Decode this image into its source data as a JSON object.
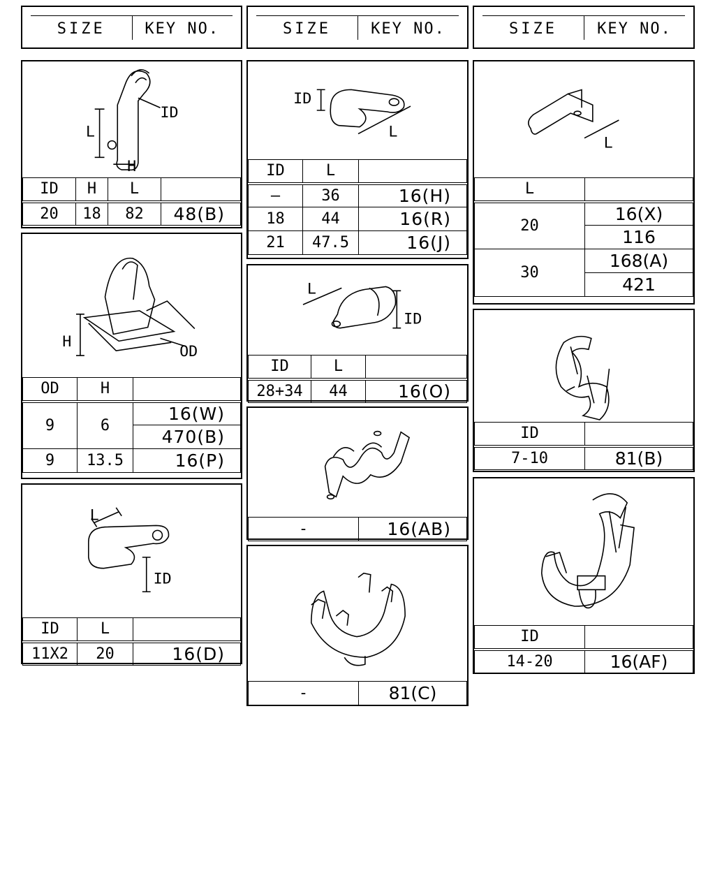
{
  "header": {
    "size_label": "SIZE",
    "key_label": "KEY NO."
  },
  "col1": {
    "clip1": {
      "dims": {
        "l": "L",
        "id": "ID",
        "h": "H"
      },
      "cols": [
        "ID",
        "H",
        "L",
        ""
      ],
      "row": [
        "20",
        "18",
        "82",
        "48(B)"
      ]
    },
    "clip2": {
      "dims": {
        "h": "H",
        "od": "OD"
      },
      "cols": [
        "OD",
        "H",
        ""
      ],
      "rows": [
        {
          "od": "9",
          "h": "6",
          "keys": [
            "16(W)",
            "470(B)"
          ]
        },
        {
          "od": "9",
          "h": "13.5",
          "keys": [
            "16(P)"
          ]
        }
      ]
    },
    "clip3": {
      "dims": {
        "l": "L",
        "id": "ID"
      },
      "cols": [
        "ID",
        "L",
        ""
      ],
      "row": [
        "11X2",
        "20",
        "16(D)"
      ]
    }
  },
  "col2": {
    "clip1": {
      "dims": {
        "id": "ID",
        "l": "L"
      },
      "cols": [
        "ID",
        "L",
        ""
      ],
      "rows": [
        [
          "—",
          "36",
          "16(H)"
        ],
        [
          "18",
          "44",
          "16(R)"
        ],
        [
          "21",
          "47.5",
          "16(J)"
        ]
      ]
    },
    "clip2": {
      "dims": {
        "l": "L",
        "id": "ID"
      },
      "cols": [
        "ID",
        "L",
        ""
      ],
      "row": [
        "28+34",
        "44",
        "16(O)"
      ]
    },
    "clip3": {
      "row": [
        "-",
        "16(AB)"
      ]
    },
    "clip4": {
      "row": [
        "-",
        "81(C)"
      ]
    }
  },
  "col3": {
    "clip1": {
      "dims": {
        "l": "L"
      },
      "cols": [
        "L",
        ""
      ],
      "rows": [
        {
          "l": "20",
          "keys": [
            "16(X)",
            "116"
          ]
        },
        {
          "l": "30",
          "keys": [
            "168(A)",
            "421"
          ]
        }
      ]
    },
    "clip2": {
      "cols": [
        "ID",
        ""
      ],
      "row": [
        "7-10",
        "81(B)"
      ]
    },
    "clip3": {
      "cols": [
        "ID",
        ""
      ],
      "row": [
        "14-20",
        "16(AF)"
      ]
    }
  }
}
